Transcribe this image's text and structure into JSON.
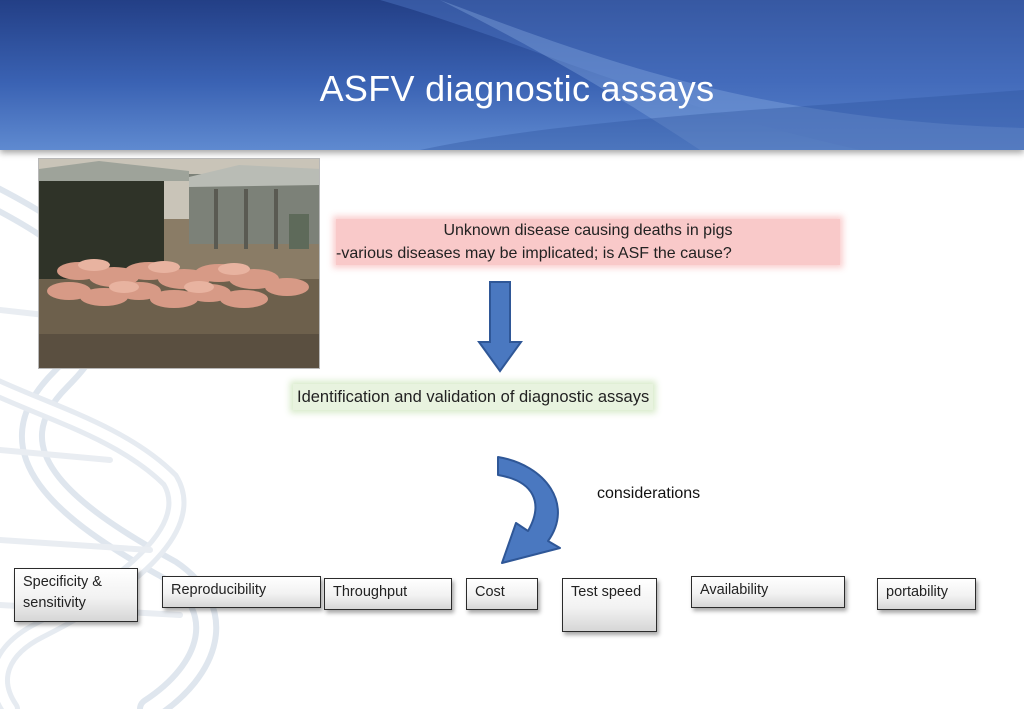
{
  "slide": {
    "title": "ASFV diagnostic assays",
    "problem": {
      "line1": "Unknown disease  causing deaths in pigs",
      "line2": "-various diseases may be implicated; is ASF the cause?"
    },
    "process_step": "Identification and validation of diagnostic assays",
    "considerations_label": "considerations",
    "factors": [
      "Specificity & sensitivity",
      "Reproducibility",
      "Throughput",
      "Cost",
      "Test speed",
      "Availability",
      "portability"
    ]
  },
  "colors": {
    "header_blue": "#2f52a0",
    "arrow_blue": "#4a78c0",
    "problem_fill": "#f9c9c9",
    "step_glow": "#d6eac7"
  }
}
